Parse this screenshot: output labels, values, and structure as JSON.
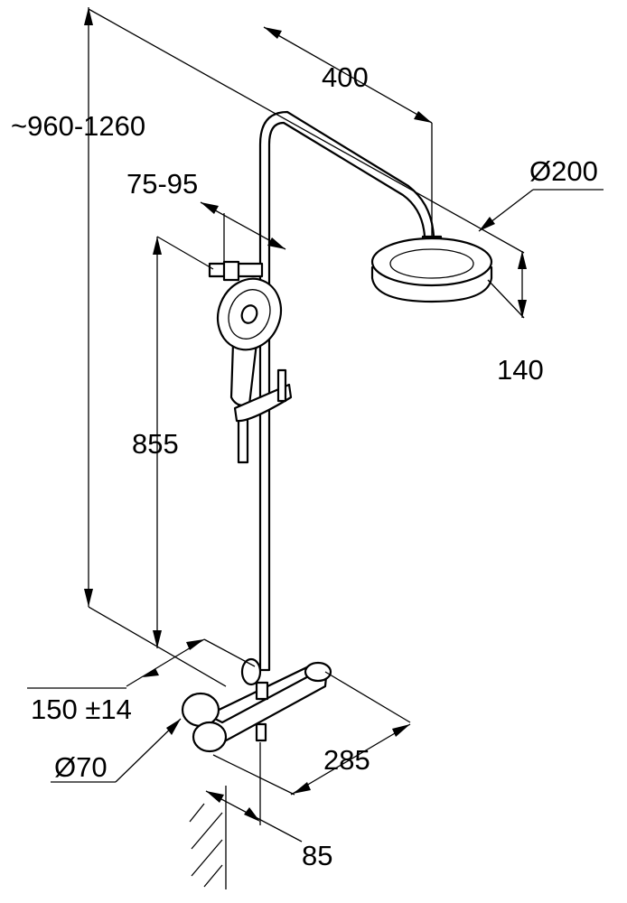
{
  "dimensions": {
    "total_height": "~960-1260",
    "arm_length": "400",
    "head_diameter": "Ø200",
    "head_drop": "140",
    "holder_offset": "75-95",
    "holder_height": "855",
    "inlet_spacing": "150 ±14",
    "escutcheon_diameter": "Ø70",
    "mixer_depth": "285",
    "wall_offset": "85"
  }
}
